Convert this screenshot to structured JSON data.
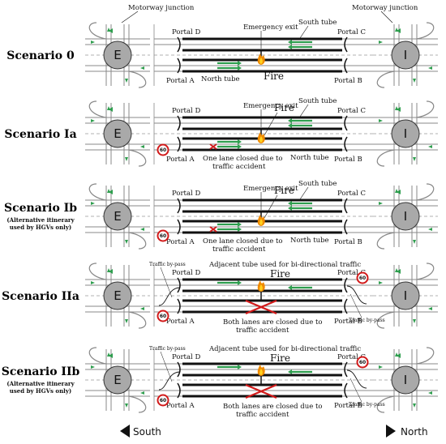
{
  "top_labels": {
    "junction_left": "Motorway junction",
    "junction_right": "Motorway junction"
  },
  "nodes": {
    "entry": "E",
    "exit": "I"
  },
  "directions": {
    "south": "South",
    "north": "North"
  },
  "speed_sign": "60",
  "scenarios": [
    {
      "id": "s0",
      "title": "Scenario 0",
      "note1": "",
      "note2": "",
      "portal_a": "Portal A",
      "portal_b": "Portal B",
      "portal_c": "Portal C",
      "portal_d": "Portal D",
      "top_label": "Emergency exit",
      "tube_label_top": "South tube",
      "tube_label_bottom": "North tube",
      "fire": "Fire",
      "accident_1": "",
      "accident_2": "",
      "bypass_left": "",
      "bypass_right": ""
    },
    {
      "id": "s1a",
      "title": "Scenario Ia",
      "note1": "",
      "note2": "",
      "portal_a": "Portal A",
      "portal_b": "Portal B",
      "portal_c": "Portal C",
      "portal_d": "Portal D",
      "top_label": "Emergency exit",
      "tube_label_top": "South tube",
      "tube_label_bottom": "North tube",
      "fire": "Fire",
      "accident_1": "One lane closed due to",
      "accident_2": "traffic accident",
      "bypass_left": "",
      "bypass_right": ""
    },
    {
      "id": "s1b",
      "title": "Scenario Ib",
      "note1": "(Alternative itinerary",
      "note2": "used by HGVs only)",
      "portal_a": "Portal A",
      "portal_b": "Portal B",
      "portal_c": "Portal C",
      "portal_d": "Portal D",
      "top_label": "Emergency exit",
      "tube_label_top": "South tube",
      "tube_label_bottom": "North tube",
      "fire": "Fire",
      "accident_1": "One lane closed due to",
      "accident_2": "traffic accident",
      "bypass_left": "",
      "bypass_right": ""
    },
    {
      "id": "s2a",
      "title": "Scenario IIa",
      "note1": "",
      "note2": "",
      "portal_a": "Portal A",
      "portal_b": "Portal B",
      "portal_c": "Portal C",
      "portal_d": "Portal D",
      "top_label": "Adjacent tube used for bi-directional traffic",
      "tube_label_top": "",
      "tube_label_bottom": "",
      "fire": "Fire",
      "accident_1": "Both lanes are closed due to",
      "accident_2": "traffic accident",
      "bypass_left": "Traffic by-pass",
      "bypass_right": "Traffic by-pass"
    },
    {
      "id": "s2b",
      "title": "Scenario IIb",
      "note1": "(Alternative itinerary",
      "note2": "used by HGVs only)",
      "portal_a": "Portal A",
      "portal_b": "Portal B",
      "portal_c": "Portal C",
      "portal_d": "Portal D",
      "top_label": "Adjacent tube used for bi-directional traffic",
      "tube_label_top": "",
      "tube_label_bottom": "",
      "fire": "Fire",
      "accident_1": "Both lanes are closed due to",
      "accident_2": "traffic accident",
      "bypass_left": "Traffic by-pass",
      "bypass_right": "Traffic by-pass"
    }
  ],
  "colors": {
    "arrow_green": "#2e9e4e",
    "node_fill": "#a9a9a9",
    "sign_red": "#d11a1a",
    "accident_red": "#d11a1a",
    "fire_orange": "#f08a00"
  }
}
